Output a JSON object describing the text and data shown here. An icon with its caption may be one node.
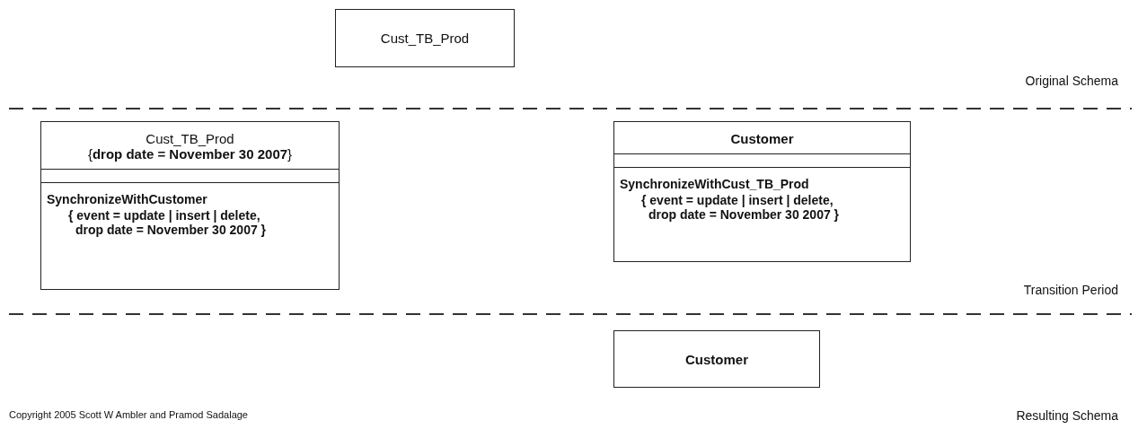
{
  "diagram": {
    "nodes": [
      {
        "text": [
          "Cust_TB_Prod"
        ]
      },
      {
        "text": [
          "Cust_TB_Prod",
          "{**drop date = November 30 2007**}",
          "SynchronizeWithCustomer",
          "{ event = update | insert | delete, drop date = November 30 2007 }"
        ]
      },
      {
        "text": [
          "Customer",
          "SynchronizeWithCust_TB_Prod",
          "{ event = update | insert | delete, drop date = November 30 2007 }"
        ]
      },
      {
        "text": [
          "Customer"
        ]
      }
    ],
    "labels": [
      "Original Schema",
      "Transition Period",
      "Copyright 2005 Scott W Ambler and Pramod Sadalage",
      "Resulting Schema"
    ]
  }
}
